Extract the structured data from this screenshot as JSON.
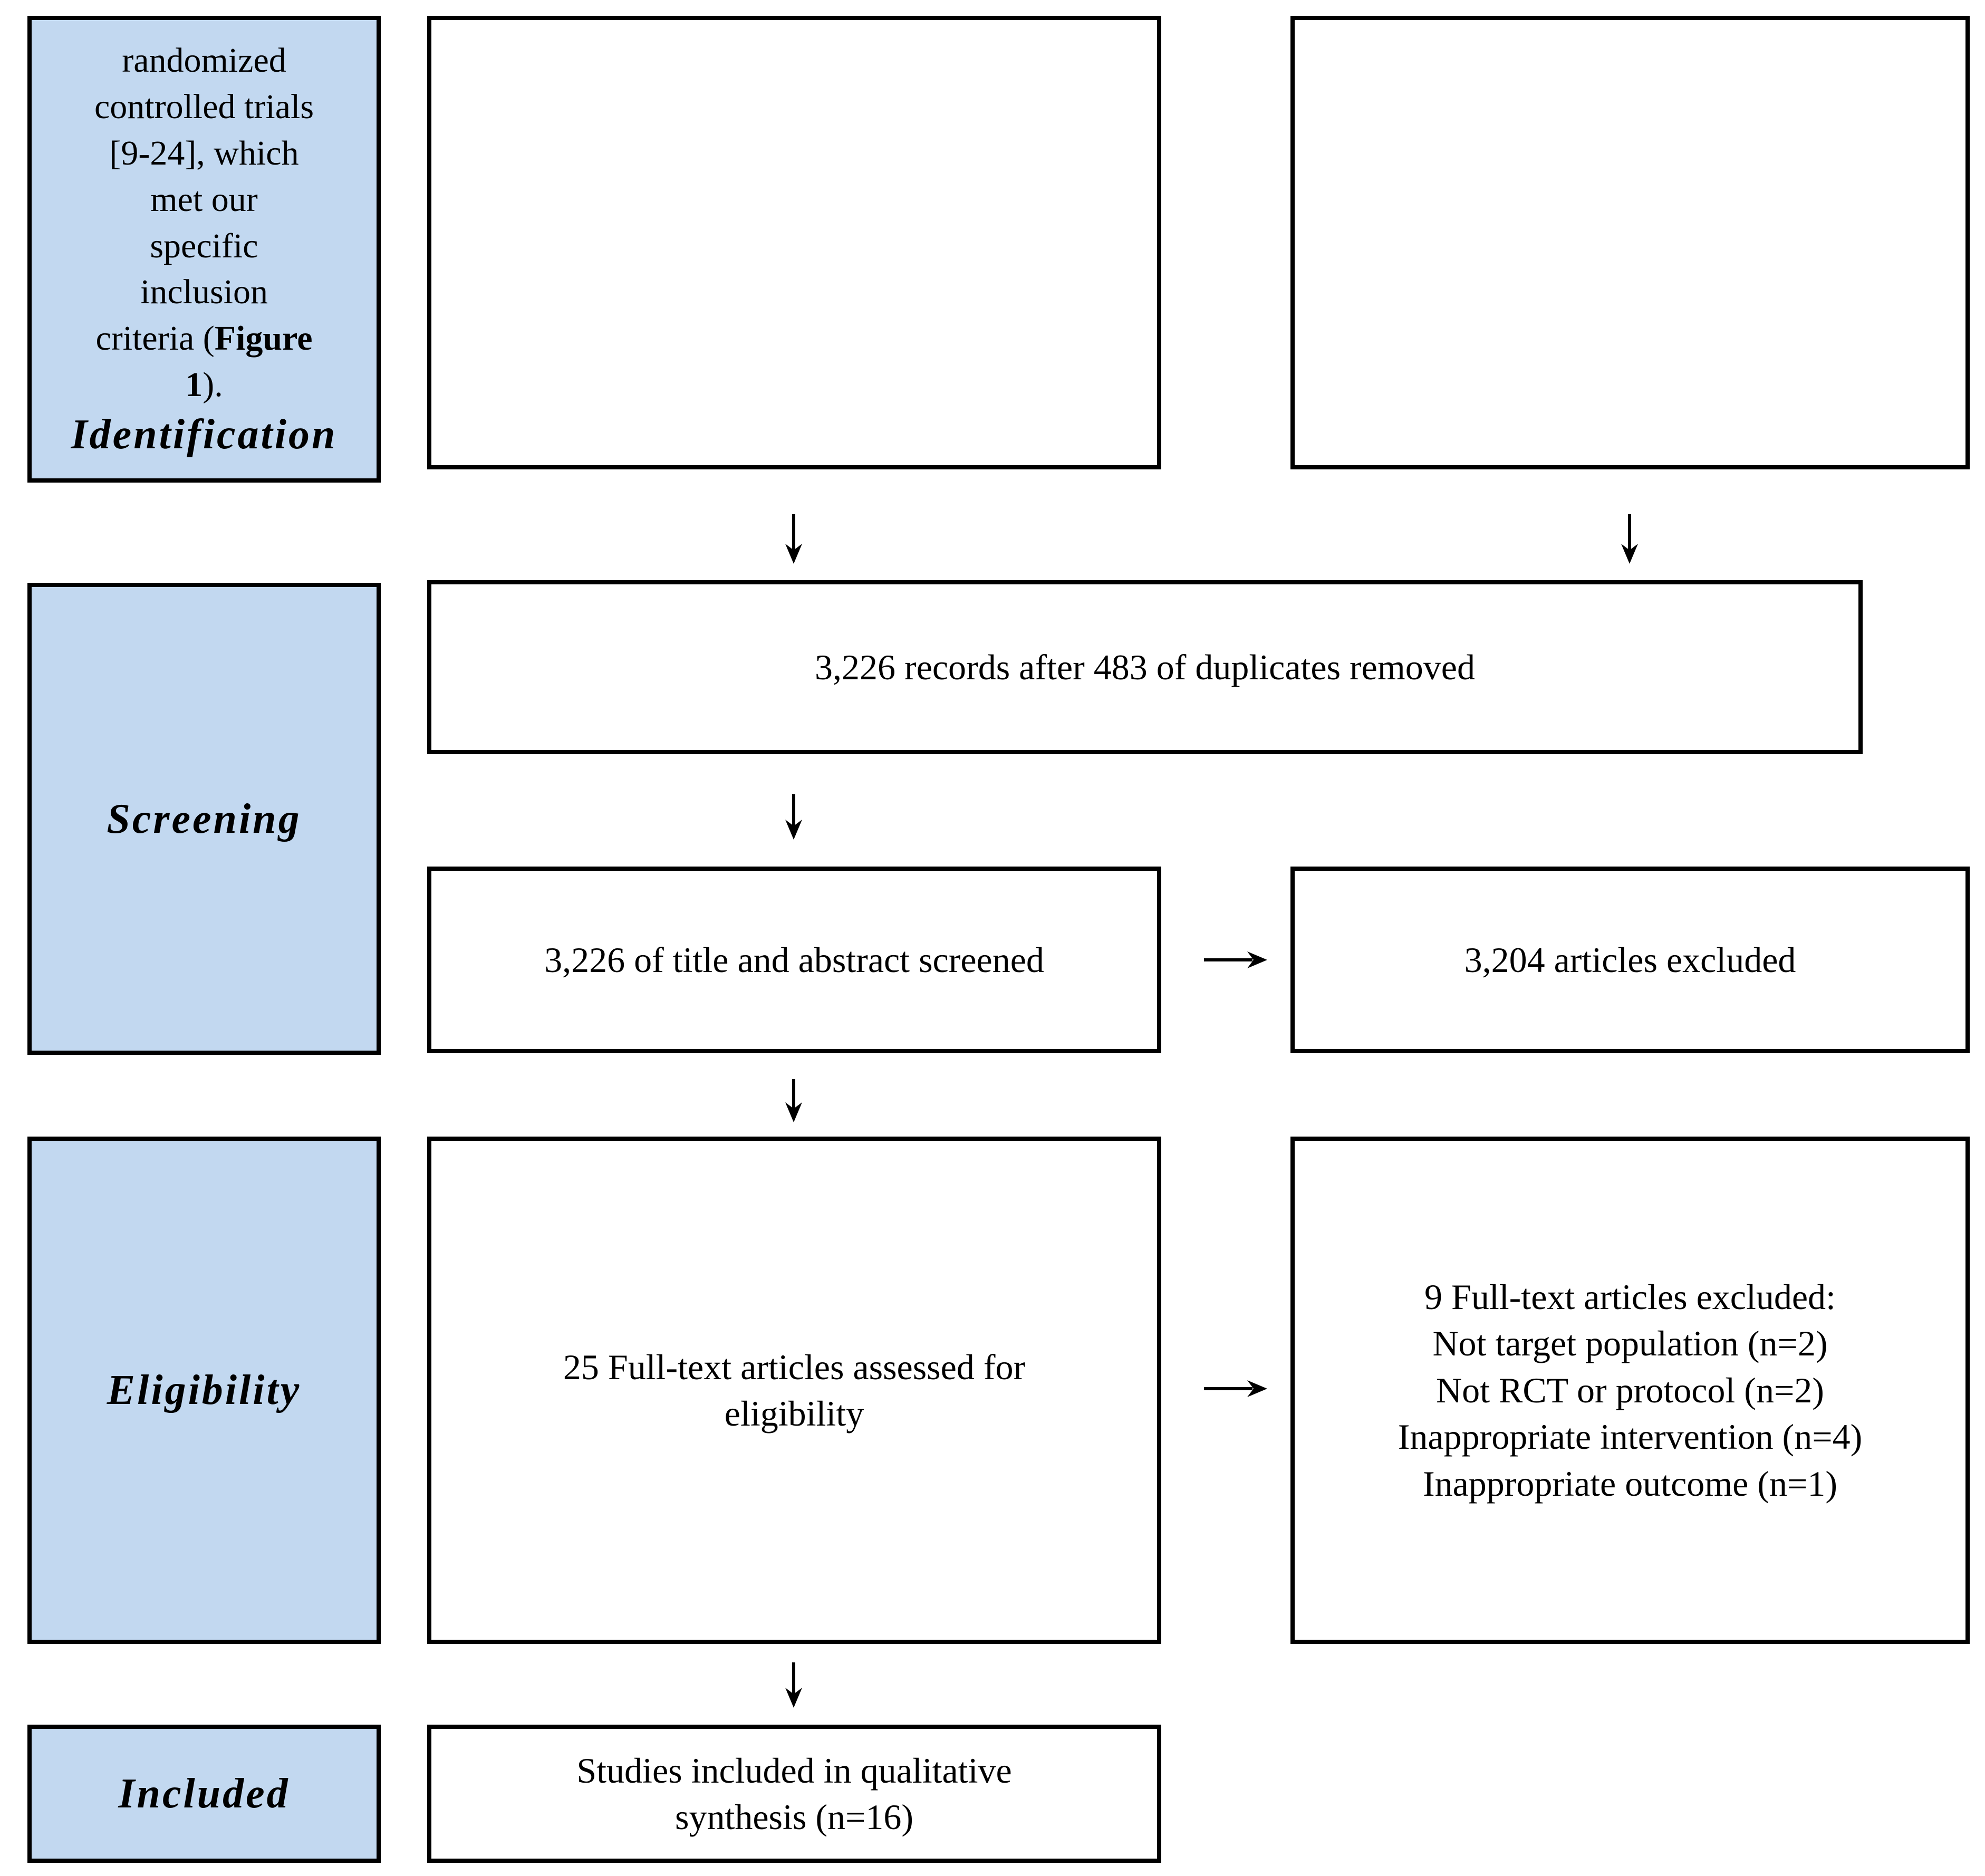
{
  "diagram": {
    "type": "prisma-flow",
    "colors": {
      "stage_fill": "#c2d8f0",
      "border": "#000000",
      "background": "#ffffff",
      "text": "#000000"
    },
    "stages": {
      "identification": {
        "note_before_bold": "randomized\ncontrolled trials\n[9-24], which\nmet our\nspecific\ninclusion\ncriteria (",
        "note_bold": "Figure\n1",
        "note_after_bold": ").",
        "label": "Identification"
      },
      "screening": {
        "label": "Screening"
      },
      "eligibility": {
        "label": "Eligibility"
      },
      "included": {
        "label": "Included"
      }
    },
    "boxes": {
      "records_after_duplicates": "3,226 records after 483 of duplicates removed",
      "title_abstract_screened": "3,226 of title and abstract screened",
      "articles_excluded": "3,204 articles excluded",
      "fulltext_assessed": "25 Full-text articles assessed for\neligibility",
      "fulltext_excluded": "9 Full-text articles excluded:\nNot target population (n=2)\nNot RCT or protocol (n=2)\nInappropriate intervention (n=4)\nInappropriate outcome (n=1)",
      "included_synthesis": "Studies included in qualitative\nsynthesis (n=16)"
    }
  }
}
